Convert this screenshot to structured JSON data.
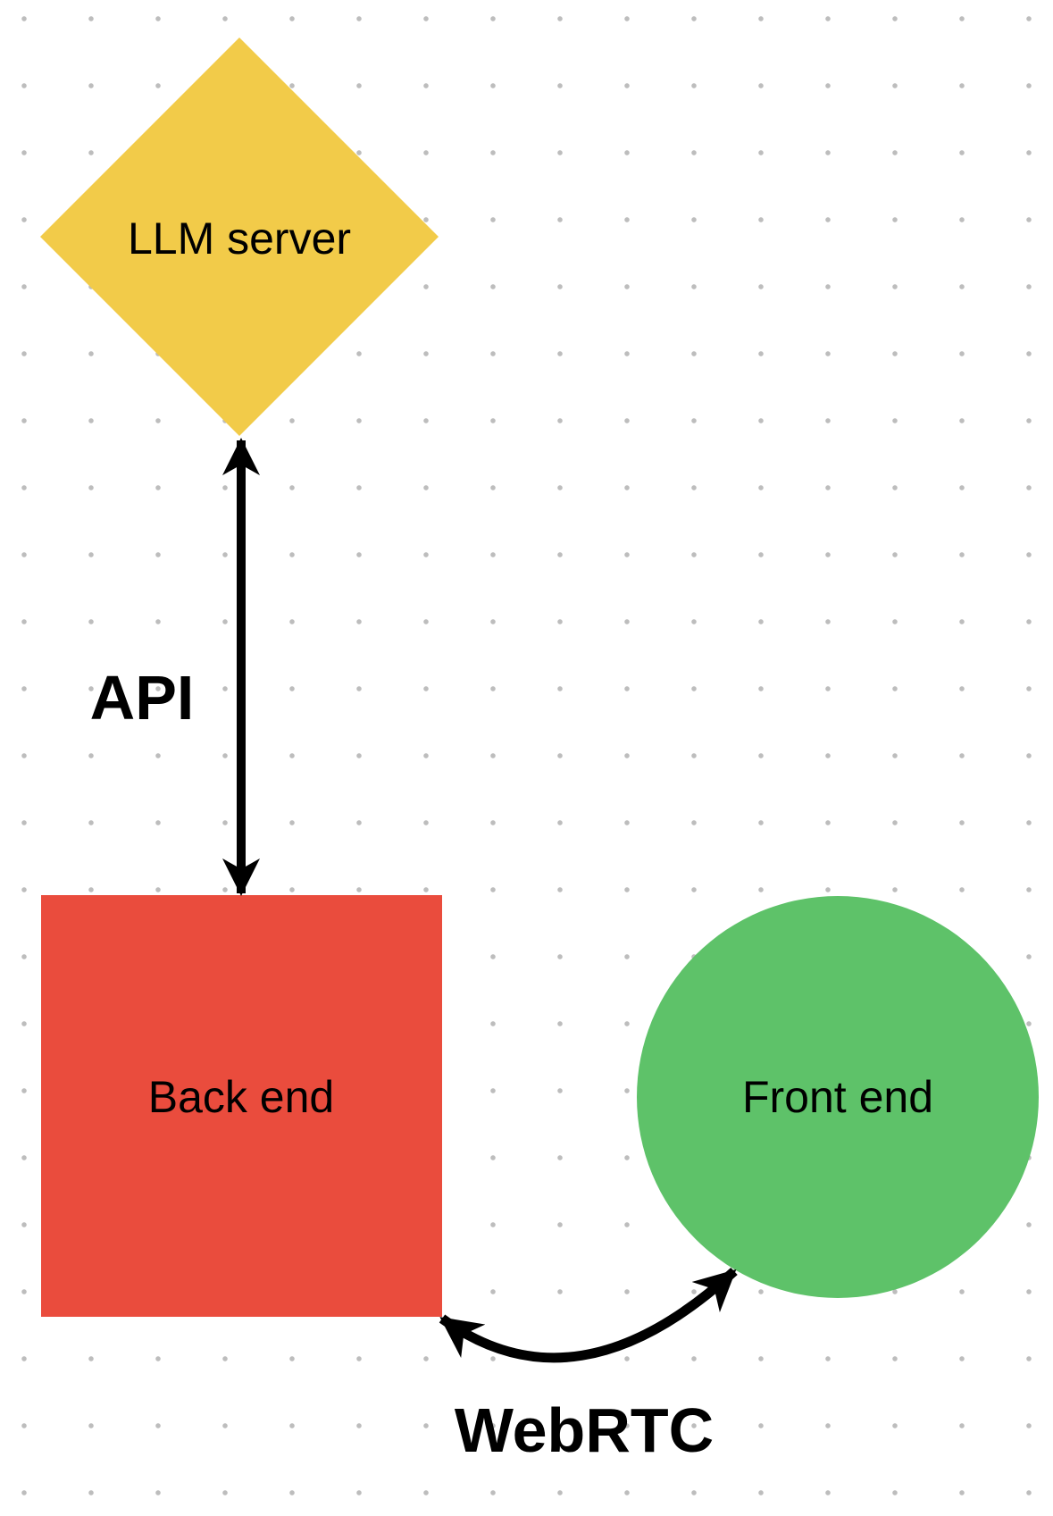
{
  "canvas": {
    "background": "#ffffff",
    "dot_color": "#bdbdbd"
  },
  "nodes": [
    {
      "id": "llm-server",
      "shape": "diamond",
      "label": "LLM server",
      "fill": "#F2CB49",
      "text_color": "#000000"
    },
    {
      "id": "back-end",
      "shape": "square",
      "label": "Back end",
      "fill": "#EA4C3D",
      "text_color": "#000000"
    },
    {
      "id": "front-end",
      "shape": "circle",
      "label": "Front end",
      "fill": "#5EC269",
      "text_color": "#000000"
    }
  ],
  "edges": [
    {
      "id": "api",
      "label": "API",
      "type": "straight-double-arrow",
      "from": "llm-server",
      "to": "back-end",
      "color": "#000000"
    },
    {
      "id": "webrtc",
      "label": "WebRTC",
      "type": "curved-double-arrow",
      "from": "back-end",
      "to": "front-end",
      "color": "#000000"
    }
  ]
}
